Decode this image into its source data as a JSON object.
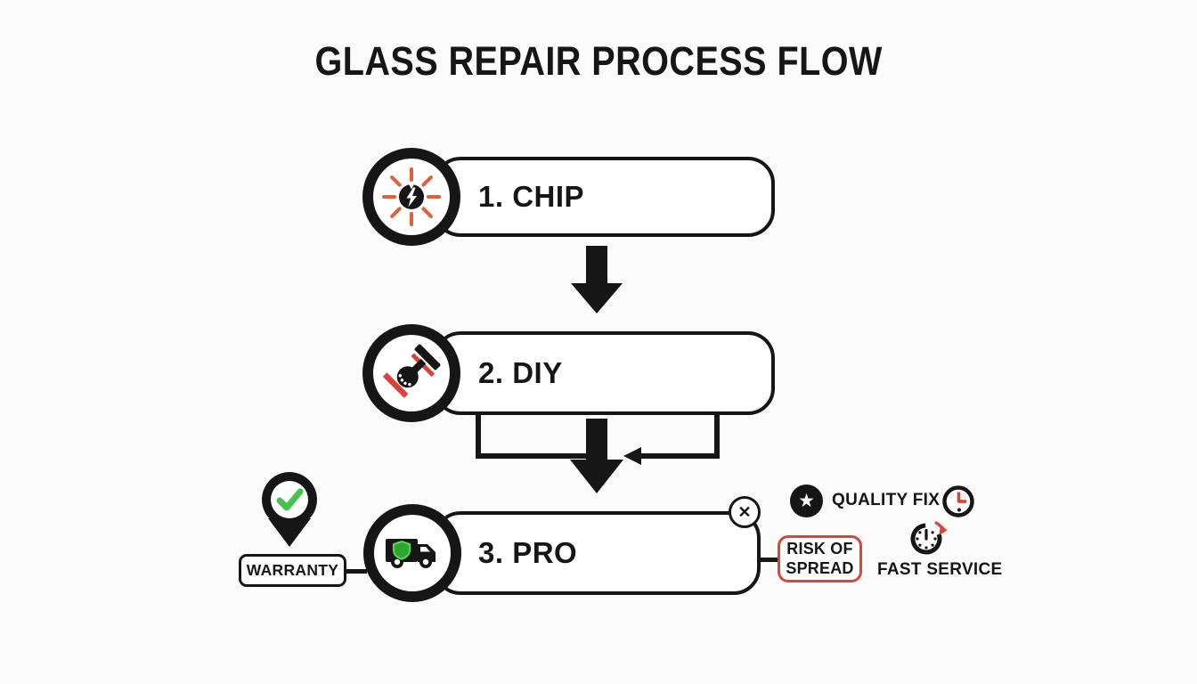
{
  "title": "GLASS REPAIR PROCESS FLOW",
  "steps": [
    {
      "label": "1. CHIP",
      "icon": "glass-chip-impact-icon"
    },
    {
      "label": "2. DIY",
      "icon": "hand-repair-tool-icon"
    },
    {
      "label": "3. PRO",
      "icon": "service-van-shield-icon"
    }
  ],
  "callouts": {
    "warranty": {
      "label": "WARRANTY",
      "icon": "pin-checkmark-icon"
    },
    "risk_of_spread": {
      "line1": "RISK OF",
      "line2": "SPREAD"
    },
    "quality_fix": {
      "label": "QUALITY FIX",
      "icon_left": "star-badge-icon",
      "icon_right": "clock-icon"
    },
    "fast_service": {
      "label": "FAST SERVICE",
      "icon": "stopwatch-icon"
    }
  },
  "glyphs": {
    "close": "✕",
    "star": "★"
  },
  "colors": {
    "ink": "#161616",
    "impact_orange": "#E0603C",
    "tool_red": "#D8443A",
    "risk_red": "#D8453A",
    "check_green": "#49C24B",
    "shield_green": "#2EA32E",
    "shield_edge": "#55D455",
    "background": "#FBFBFB"
  }
}
